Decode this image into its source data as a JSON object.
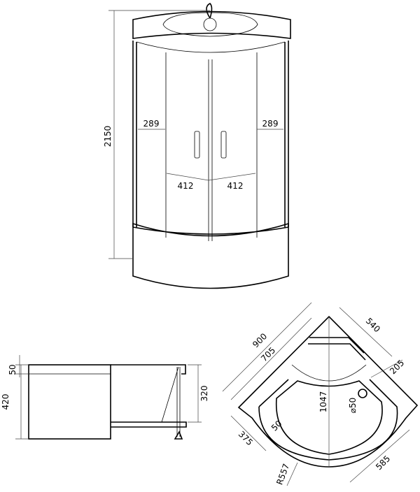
{
  "front_view": {
    "height": "2150",
    "side_left": "289",
    "side_right": "289",
    "door_left": "412",
    "door_right": "412"
  },
  "side_view": {
    "rim": "50",
    "total_height": "420",
    "inner_height": "320"
  },
  "plan_view": {
    "side": "900",
    "inner_side": "705",
    "offset": "540",
    "drain_offset": "205",
    "diagonal": "1047",
    "drain_diameter": "⌀50",
    "wall": "50",
    "corner_side": "375",
    "radius": "R557",
    "diag_offset": "585"
  }
}
